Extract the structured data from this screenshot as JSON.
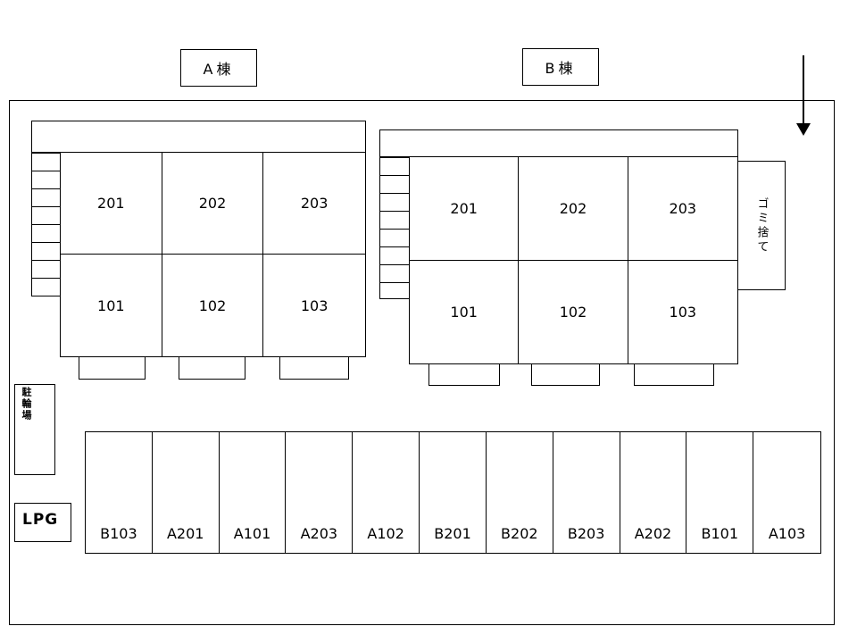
{
  "labels": {
    "building_a": "A棟",
    "building_b": "B棟",
    "garbage": "ゴミ捨て",
    "bicycle_parking": "駐輪場",
    "lpg": "LPG"
  },
  "building_a": {
    "rooms_top": [
      "201",
      "202",
      "203"
    ],
    "rooms_bottom": [
      "101",
      "102",
      "103"
    ]
  },
  "building_b": {
    "rooms_top": [
      "201",
      "202",
      "203"
    ],
    "rooms_bottom": [
      "101",
      "102",
      "103"
    ]
  },
  "parking": {
    "stalls": [
      "B103",
      "A201",
      "A101",
      "A203",
      "A102",
      "B201",
      "B202",
      "B203",
      "A202",
      "B101",
      "A103"
    ]
  },
  "colors": {
    "line": "#000000",
    "background": "#ffffff"
  }
}
